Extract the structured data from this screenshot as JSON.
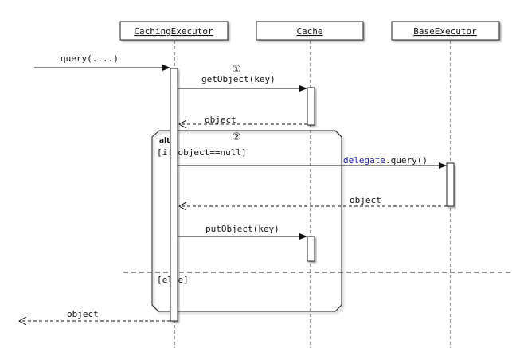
{
  "participants": [
    {
      "id": "caching",
      "label": "CachingExecutor"
    },
    {
      "id": "cache",
      "label": "Cache"
    },
    {
      "id": "base",
      "label": "BaseExecutor"
    }
  ],
  "messages": {
    "query_in": "query(....)",
    "get_object": "getObject(key)",
    "return_object_1": "object",
    "delegate_prefix": "delegate",
    "delegate_suffix": ".query()",
    "return_object_2": "object",
    "put_object": "putObject(key)",
    "return_object_final": "object"
  },
  "steps": {
    "step1": "①",
    "step2": "②"
  },
  "alt_frame": {
    "label": "alt",
    "guard_if": "[if object==null]",
    "guard_else": "[else]"
  },
  "colors": {
    "delegate_keyword": "#1a1aa6"
  }
}
